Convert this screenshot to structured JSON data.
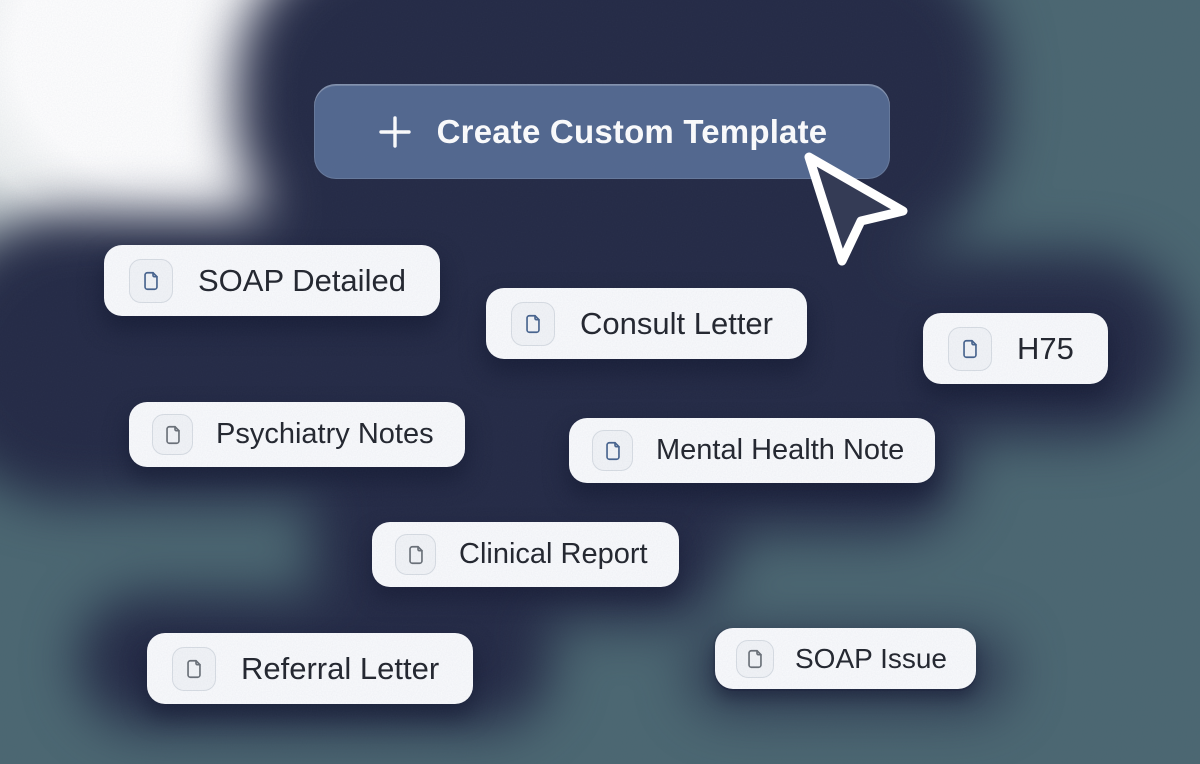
{
  "button": {
    "label": "Create Custom Template",
    "icon": "plus-icon"
  },
  "pills": [
    {
      "label": "SOAP Detailed",
      "icon": "document-icon",
      "icon_color": "#47648e"
    },
    {
      "label": "Consult Letter",
      "icon": "document-icon",
      "icon_color": "#47648e"
    },
    {
      "label": "H75",
      "icon": "document-icon",
      "icon_color": "#47648e"
    },
    {
      "label": "Psychiatry Notes",
      "icon": "document-icon",
      "icon_color": "#6b7178"
    },
    {
      "label": "Mental Health Note",
      "icon": "document-icon",
      "icon_color": "#47648e"
    },
    {
      "label": "Clinical Report",
      "icon": "document-icon",
      "icon_color": "#6b7178"
    },
    {
      "label": "Referral Letter",
      "icon": "document-icon",
      "icon_color": "#6b7178"
    },
    {
      "label": "SOAP Issue",
      "icon": "document-icon",
      "icon_color": "#6b7178"
    }
  ],
  "cursor": {
    "icon": "mouse-pointer-icon"
  },
  "colors": {
    "canvas_teal": "#4b6771",
    "blob_navy": "#242a45",
    "button_bg": "#53688f",
    "button_text": "#ffffff",
    "pill_bg": "#fafbfd",
    "pill_text": "#23262e",
    "icon_blue": "#47648e",
    "icon_gray": "#6b7178",
    "white_wash": "#ffffff"
  }
}
